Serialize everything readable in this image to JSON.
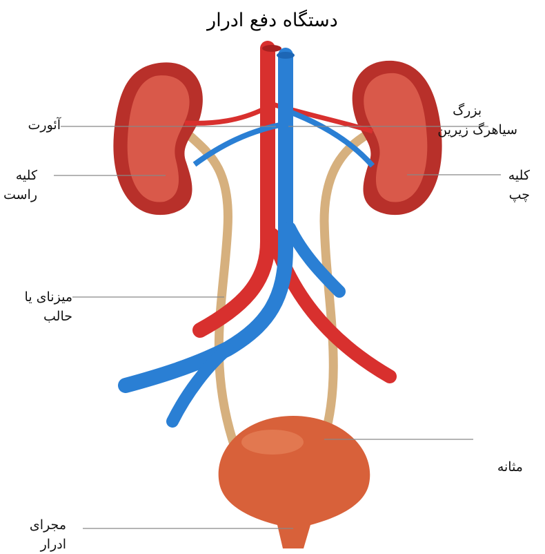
{
  "title": "دستگاه دفع ادرار",
  "labels": {
    "aorta": "آئورت",
    "right_kidney_1": "کلیه",
    "right_kidney_2": "راست",
    "ureter_1": "میزنای یا",
    "ureter_2": "حالب",
    "vena_cava_1": "بزرگ",
    "vena_cava_2": "سیاهرگ زیرین",
    "left_kidney_1": "کلیه",
    "left_kidney_2": "چپ",
    "bladder": "مثانه",
    "urethra_1": "مجرای",
    "urethra_2": "ادرار"
  },
  "colors": {
    "kidney": "#b8302a",
    "kidney_inner": "#d9594a",
    "artery": "#d8302e",
    "vein": "#2a7fd4",
    "ureter": "#d6b07e",
    "bladder": "#d8613a",
    "leader": "#888888"
  }
}
